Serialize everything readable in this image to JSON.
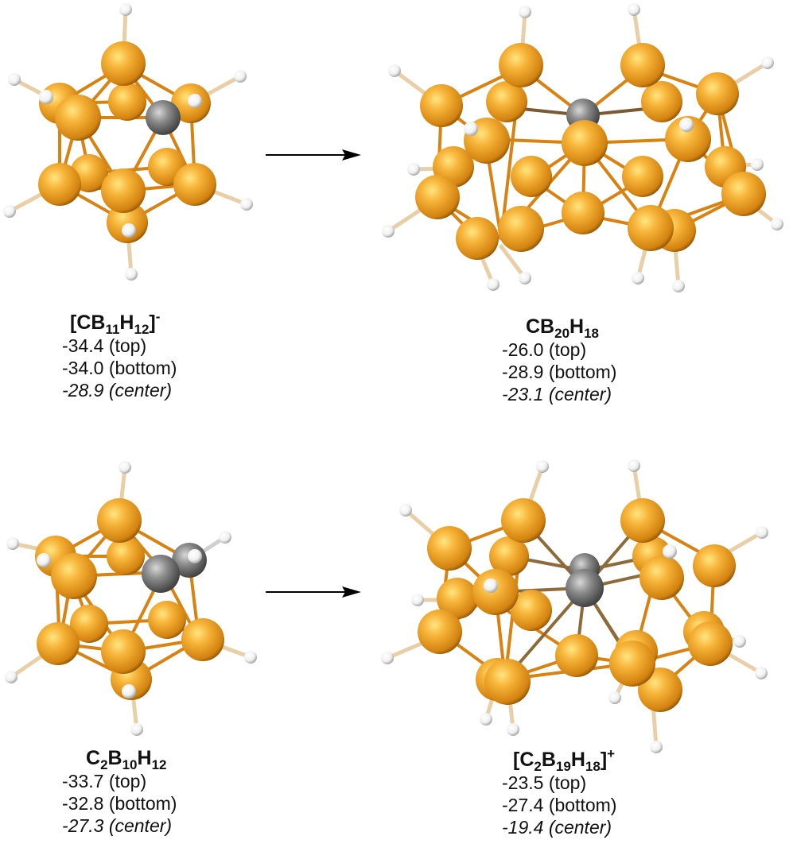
{
  "colors": {
    "boron": "#f0a020",
    "carbon": "#6e6e6e",
    "hydrogen": "#ffffff",
    "bond_bb": "#d98212",
    "bond_bh": "#e8cfa8",
    "arrow": "#000000"
  },
  "panels": [
    {
      "id": "cb11h12",
      "formula": {
        "parts": [
          [
            "t",
            "["
          ],
          [
            "t",
            "CB"
          ],
          [
            "sub",
            "11"
          ],
          [
            "t",
            "H"
          ],
          [
            "sub",
            "12"
          ],
          [
            "t",
            "]"
          ],
          [
            "sup",
            "-"
          ]
        ]
      },
      "values": {
        "top": "-34.4 (top)",
        "bottom": "-34.0 (bottom)",
        "center": "-28.9 (center)"
      }
    },
    {
      "id": "cb20h18",
      "formula": {
        "parts": [
          [
            "t",
            "CB"
          ],
          [
            "sub",
            "20"
          ],
          [
            "t",
            "H"
          ],
          [
            "sub",
            "18"
          ]
        ]
      },
      "values": {
        "top": "-26.0 (top)",
        "bottom": "-28.9 (bottom)",
        "center": "-23.1 (center)"
      }
    },
    {
      "id": "c2b10h12",
      "formula": {
        "parts": [
          [
            "t",
            "C"
          ],
          [
            "sub",
            "2"
          ],
          [
            "t",
            "B"
          ],
          [
            "sub",
            "10"
          ],
          [
            "t",
            "H"
          ],
          [
            "sub",
            "12"
          ]
        ]
      },
      "values": {
        "top": "-33.7 (top)",
        "bottom": "-32.8 (bottom)",
        "center": "-27.3 (center)"
      }
    },
    {
      "id": "c2b19h18",
      "formula": {
        "parts": [
          [
            "t",
            "["
          ],
          [
            "t",
            "C"
          ],
          [
            "sub",
            "2"
          ],
          [
            "t",
            "B"
          ],
          [
            "sub",
            "19"
          ],
          [
            "t",
            "H"
          ],
          [
            "sub",
            "18"
          ],
          [
            "t",
            "]"
          ],
          [
            "sup",
            "+"
          ]
        ]
      },
      "values": {
        "top": "-23.5 (top)",
        "bottom": "-27.4 (bottom)",
        "center": "-19.4 (center)"
      }
    }
  ],
  "arrows": [
    {
      "label": "reaction-arrow-top"
    },
    {
      "label": "reaction-arrow-bottom"
    }
  ],
  "molecules": {
    "cb11h12": {
      "atoms": [
        [
          "B",
          75,
          130,
          26
        ],
        [
          "B",
          160,
          128,
          24
        ],
        [
          "C",
          205,
          148,
          22
        ],
        [
          "B",
          240,
          130,
          24
        ],
        [
          "B",
          112,
          218,
          24
        ],
        [
          "B",
          210,
          210,
          24
        ],
        [
          "B",
          160,
          280,
          26
        ],
        [
          "B",
          155,
          82,
          27
        ],
        [
          "B",
          98,
          148,
          28
        ],
        [
          "B",
          75,
          232,
          27
        ],
        [
          "B",
          155,
          240,
          28
        ],
        [
          "B",
          245,
          232,
          27
        ]
      ],
      "hydrogens": [
        [
          158,
          10,
          8
        ],
        [
          18,
          100,
          8
        ],
        [
          58,
          120,
          8
        ],
        [
          302,
          96,
          8
        ],
        [
          245,
          127,
          8
        ],
        [
          12,
          266,
          8
        ],
        [
          310,
          257,
          8
        ],
        [
          162,
          290,
          8
        ],
        [
          165,
          345,
          8
        ]
      ],
      "bonds": [
        [
          155,
          82,
          98,
          148
        ],
        [
          155,
          82,
          205,
          148
        ],
        [
          155,
          82,
          75,
          130
        ],
        [
          155,
          82,
          240,
          130
        ],
        [
          155,
          82,
          160,
          128
        ],
        [
          98,
          148,
          205,
          148
        ],
        [
          98,
          148,
          75,
          232
        ],
        [
          98,
          148,
          155,
          240
        ],
        [
          98,
          148,
          112,
          218
        ],
        [
          205,
          148,
          155,
          240
        ],
        [
          205,
          148,
          245,
          232
        ],
        [
          205,
          148,
          240,
          130
        ],
        [
          75,
          232,
          155,
          240
        ],
        [
          155,
          240,
          245,
          232
        ],
        [
          75,
          232,
          160,
          280
        ],
        [
          245,
          232,
          160,
          280
        ],
        [
          155,
          240,
          160,
          280
        ],
        [
          75,
          130,
          75,
          232
        ],
        [
          240,
          130,
          245,
          232
        ],
        [
          112,
          218,
          210,
          210
        ],
        [
          75,
          232,
          112,
          218
        ],
        [
          245,
          232,
          210,
          210
        ]
      ],
      "hbonds": [
        [
          155,
          82,
          158,
          10
        ],
        [
          75,
          130,
          18,
          100
        ],
        [
          98,
          148,
          58,
          120
        ],
        [
          240,
          130,
          302,
          96
        ],
        [
          205,
          148,
          245,
          127
        ],
        [
          75,
          232,
          12,
          266
        ],
        [
          245,
          232,
          310,
          257
        ],
        [
          160,
          280,
          165,
          345
        ]
      ]
    },
    "cb20h18": {
      "atoms": [
        [
          "B",
          637,
          135,
          26
        ],
        [
          "B",
          832,
          135,
          26
        ],
        [
          "C",
          733,
          145,
          20
        ],
        [
          "B",
          556,
          200,
          27
        ],
        [
          "B",
          898,
          120,
          27
        ],
        [
          "B",
          565,
          215,
          26
        ],
        [
          "B",
          898,
          205,
          26
        ],
        [
          "B",
          583,
          215,
          26
        ],
        [
          "B",
          723,
          220,
          26
        ],
        [
          "B",
          812,
          225,
          26
        ],
        [
          "B",
          913,
          218,
          26
        ],
        [
          "B",
          550,
          255,
          26
        ],
        [
          "B",
          568,
          265,
          28
        ],
        [
          "B",
          938,
          250,
          27
        ],
        [
          "B",
          753,
          265,
          26
        ],
        [
          "B",
          630,
          300,
          28
        ],
        [
          "B",
          733,
          276,
          27
        ],
        [
          "B",
          818,
          287,
          28
        ],
        [
          "B",
          633,
          290,
          28
        ],
        [
          "B",
          848,
          280,
          28
        ],
        [
          "B",
          605,
          168,
          28
        ],
        [
          "B",
          655,
          95,
          28
        ],
        [
          "B",
          808,
          90,
          28
        ],
        [
          "B",
          555,
          140,
          27
        ],
        [
          "B",
          902,
          128,
          27
        ]
      ],
      "hydrogens": [
        [
          660,
          15,
          8
        ],
        [
          797,
          12,
          8
        ],
        [
          496,
          89,
          8
        ],
        [
          965,
          79,
          8
        ],
        [
          592,
          160,
          8
        ],
        [
          863,
          157,
          8
        ],
        [
          522,
          213,
          8
        ],
        [
          950,
          207,
          8
        ],
        [
          488,
          291,
          8
        ],
        [
          977,
          282,
          8
        ],
        [
          630,
          360,
          8
        ],
        [
          660,
          350,
          8
        ],
        [
          802,
          350,
          8
        ],
        [
          853,
          360,
          8
        ]
      ],
      "bonds": [
        [
          655,
          95,
          733,
          145
        ],
        [
          808,
          90,
          733,
          145
        ],
        [
          605,
          168,
          733,
          145
        ],
        [
          733,
          145,
          745,
          180
        ],
        [
          605,
          168,
          745,
          180
        ],
        [
          745,
          180,
          900,
          178
        ],
        [
          605,
          168,
          555,
          140
        ],
        [
          655,
          95,
          555,
          140
        ],
        [
          808,
          90,
          902,
          128
        ],
        [
          902,
          128,
          915,
          215
        ],
        [
          555,
          140,
          550,
          255
        ],
        [
          605,
          168,
          630,
          300
        ],
        [
          745,
          180,
          733,
          276
        ],
        [
          745,
          180,
          630,
          300
        ],
        [
          745,
          180,
          848,
          280
        ],
        [
          630,
          300,
          733,
          276
        ],
        [
          733,
          276,
          848,
          280
        ],
        [
          550,
          255,
          630,
          300
        ],
        [
          848,
          280,
          930,
          250
        ],
        [
          630,
          300,
          600,
          300
        ],
        [
          848,
          280,
          880,
          285
        ],
        [
          655,
          95,
          665,
          235
        ],
        [
          808,
          90,
          845,
          240
        ],
        [
          605,
          168,
          665,
          235
        ],
        [
          900,
          178,
          845,
          240
        ],
        [
          900,
          178,
          930,
          250
        ]
      ],
      "hbonds": [
        [
          655,
          95,
          660,
          15
        ],
        [
          808,
          90,
          797,
          12
        ],
        [
          555,
          140,
          496,
          89
        ],
        [
          902,
          128,
          965,
          79
        ],
        [
          550,
          255,
          488,
          291
        ],
        [
          930,
          250,
          977,
          282
        ],
        [
          630,
          300,
          660,
          350
        ],
        [
          848,
          280,
          802,
          350
        ],
        [
          600,
          300,
          630,
          360
        ],
        [
          880,
          285,
          853,
          360
        ]
      ]
    }
  }
}
